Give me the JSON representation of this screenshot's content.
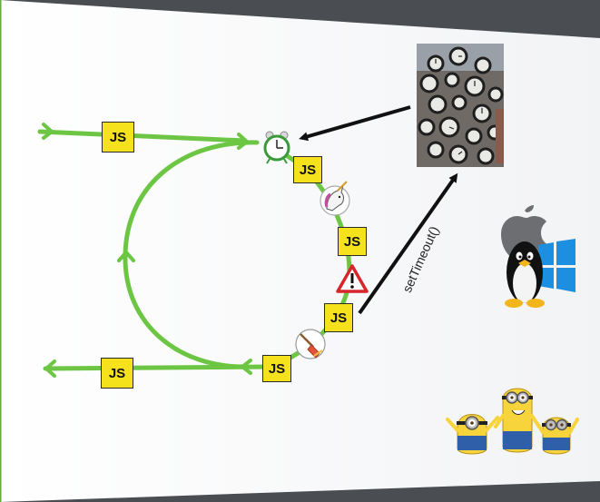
{
  "diagram": {
    "js_label": "JS",
    "timeout_label": "setTimeout()",
    "icons": [
      "alarm-clock-icon",
      "unicorn-icon",
      "warning-icon",
      "broom-icon",
      "clocks-photo",
      "apple-logo-icon",
      "linux-tux-icon",
      "windows-logo-icon",
      "minions-image"
    ],
    "colors": {
      "loop_green": "#6cc644",
      "js_yellow": "#f6e21c",
      "arrow_black": "#111111",
      "warning_red": "#d7262b"
    }
  }
}
